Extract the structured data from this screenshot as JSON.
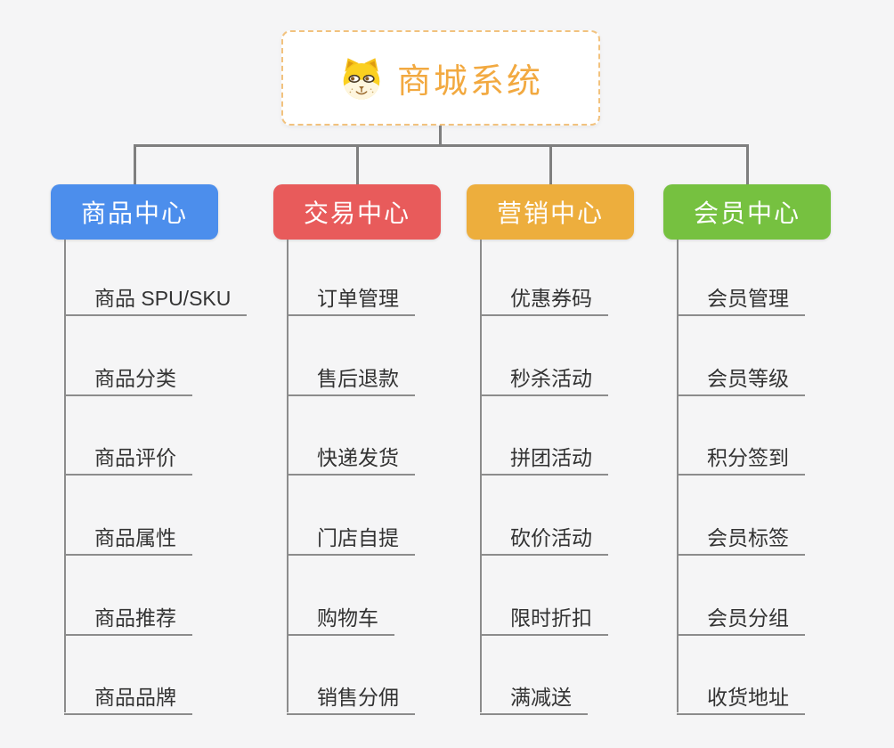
{
  "root": {
    "title": "商城系统",
    "icon": "dog-icon"
  },
  "branches": [
    {
      "label": "商品中心",
      "color": "#4C8EEC",
      "items": [
        "商品 SPU/SKU",
        "商品分类",
        "商品评价",
        "商品属性",
        "商品推荐",
        "商品品牌"
      ]
    },
    {
      "label": "交易中心",
      "color": "#E85B5B",
      "items": [
        "订单管理",
        "售后退款",
        "快递发货",
        "门店自提",
        "购物车",
        "销售分佣"
      ]
    },
    {
      "label": "营销中心",
      "color": "#EDAE3D",
      "items": [
        "优惠券码",
        "秒杀活动",
        "拼团活动",
        "砍价活动",
        "限时折扣",
        "满减送"
      ]
    },
    {
      "label": "会员中心",
      "color": "#76C140",
      "items": [
        "会员管理",
        "会员等级",
        "积分签到",
        "会员标签",
        "会员分组",
        "收货地址"
      ]
    }
  ],
  "colors": {
    "root_text": "#F2A940",
    "root_border": "#F2C27E",
    "connector": "#7F7F7F",
    "subtopic_text": "#333333",
    "background": "#F5F5F6"
  }
}
